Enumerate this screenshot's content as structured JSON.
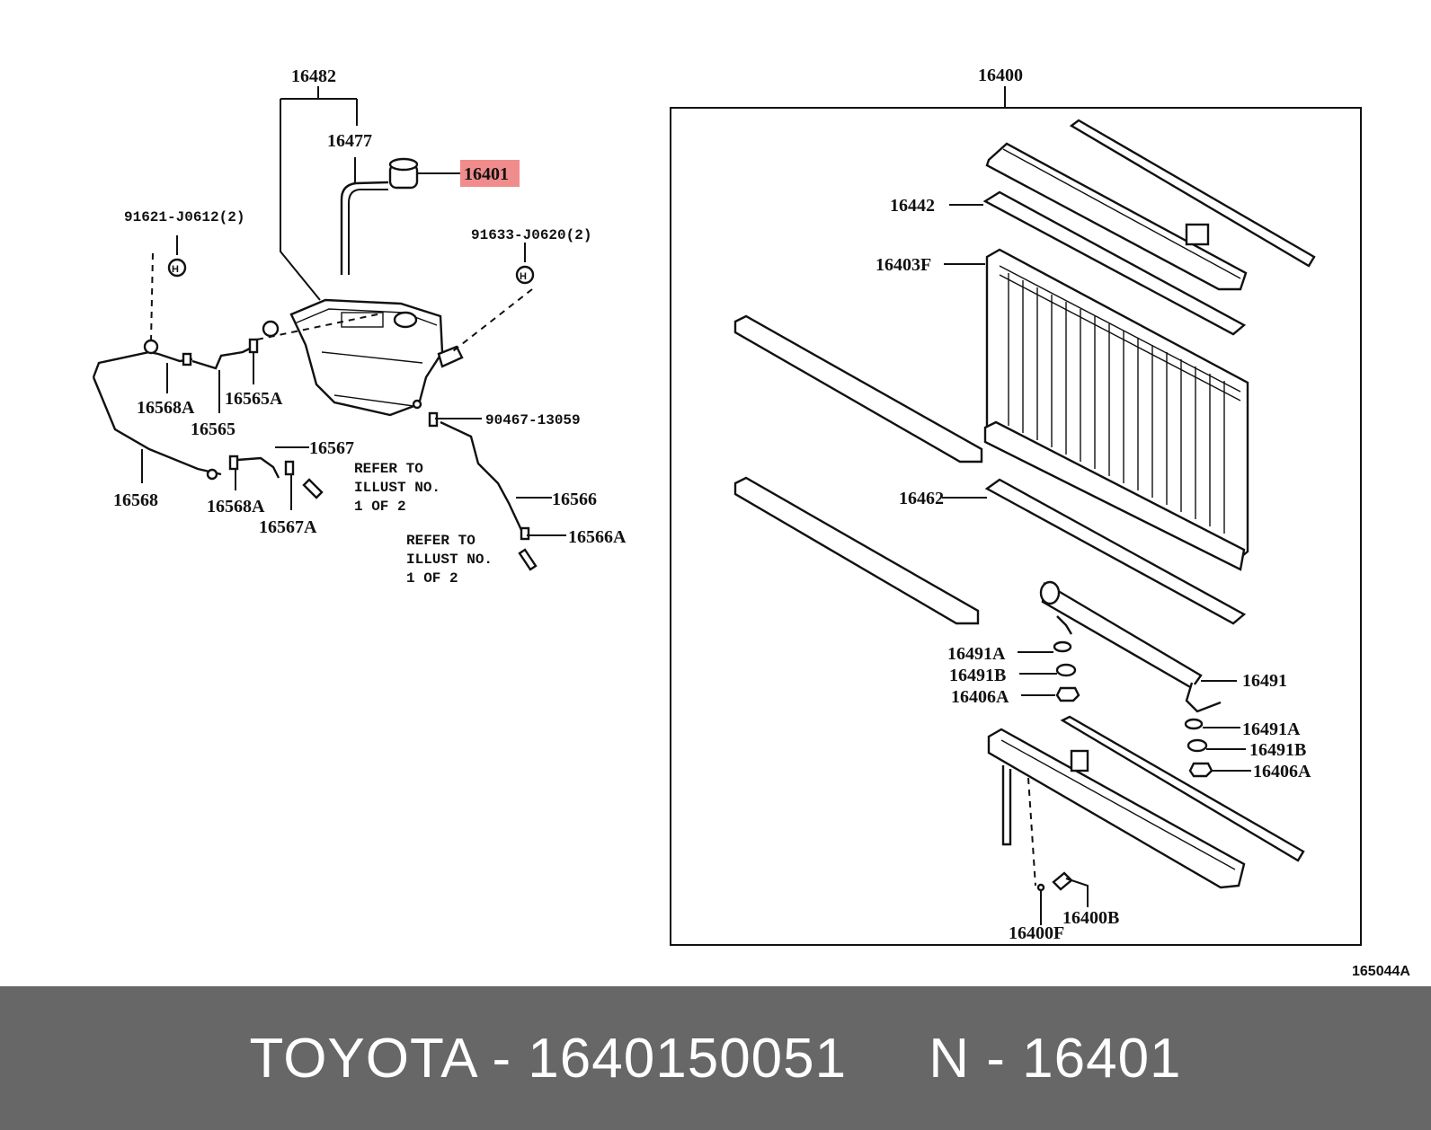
{
  "colors": {
    "background": "#ffffff",
    "footer_bg": "#676767",
    "footer_text": "#ffffff",
    "highlight": "#f08c8c"
  },
  "highlighted_part": "16401",
  "labels": {
    "p16482": "16482",
    "p16477": "16477",
    "p16401": "16401",
    "p91621": "91621-J0612(2)",
    "p91633": "91633-J0620(2)",
    "p16568A_top": "16568A",
    "p16565A": "16565A",
    "p16565": "16565",
    "p90467": "90467-13059",
    "p16567": "16567",
    "p16568": "16568",
    "p16568A_bottom": "16568A",
    "p16567A": "16567A",
    "p16566": "16566",
    "p16566A": "16566A",
    "p16400": "16400",
    "p16442": "16442",
    "p16403F": "16403F",
    "p16462": "16462",
    "p16491A_left": "16491A",
    "p16491B_left": "16491B",
    "p16406A_left": "16406A",
    "p16491": "16491",
    "p16491A_right": "16491A",
    "p16491B_right": "16491B",
    "p16406A_right": "16406A",
    "p16400B": "16400B",
    "p16400F": "16400F"
  },
  "notes": {
    "refer1": [
      "REFER TO",
      "ILLUST NO.",
      "1 OF 2"
    ],
    "refer2": [
      "REFER TO",
      "ILLUST NO.",
      "1 OF 2"
    ]
  },
  "illustration_code": "165044A",
  "footer": {
    "text": "TOYOTA - 1640150051     N - 16401"
  }
}
